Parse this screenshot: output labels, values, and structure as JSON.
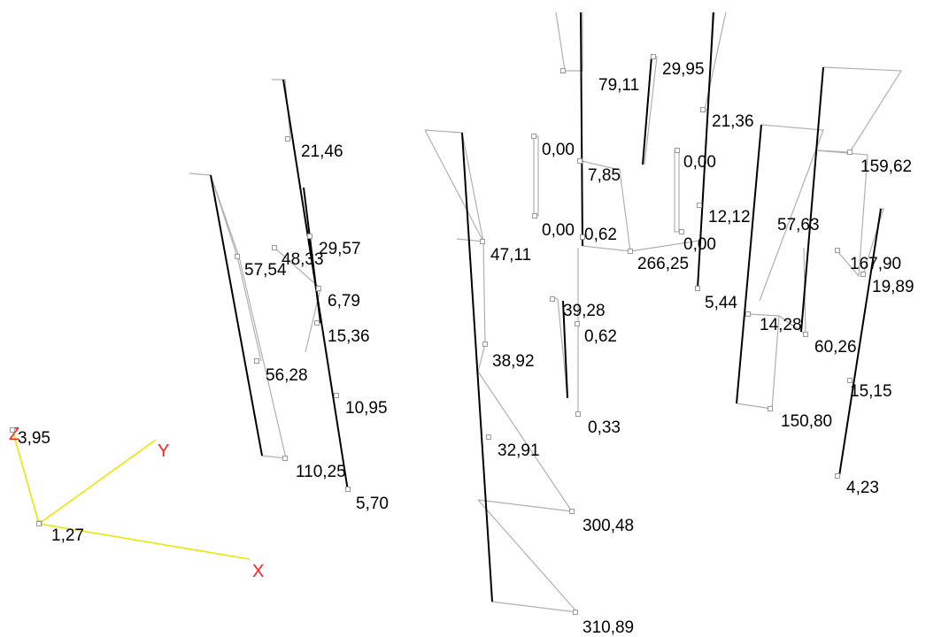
{
  "axes": {
    "x_label": "X",
    "y_label": "Y",
    "z_label": "Z",
    "line_color": "#e8e800",
    "label_color": "#ff2020"
  },
  "colors": {
    "member": "#000000",
    "diagram_outline": "#b0b0b0",
    "node": "#9a9a9a"
  },
  "values": [
    "29,95",
    "79,11",
    "21,36",
    "21,46",
    "159,62",
    "0,00",
    "0,00",
    "7,85",
    "12,12",
    "57,63",
    "0,00",
    "0,62",
    "0,00",
    "266,25",
    "29,57",
    "48,33",
    "57,54",
    "47,11",
    "167,90",
    "19,89",
    "6,79",
    "5,44",
    "39,28",
    "0,62",
    "15,36",
    "14,28",
    "60,26",
    "38,92",
    "56,28",
    "15,15",
    "10,95",
    "150,80",
    "0,33",
    "3,95",
    "32,91",
    "110,25",
    "4,23",
    "5,70",
    "1,27",
    "300,48",
    "310,89"
  ]
}
